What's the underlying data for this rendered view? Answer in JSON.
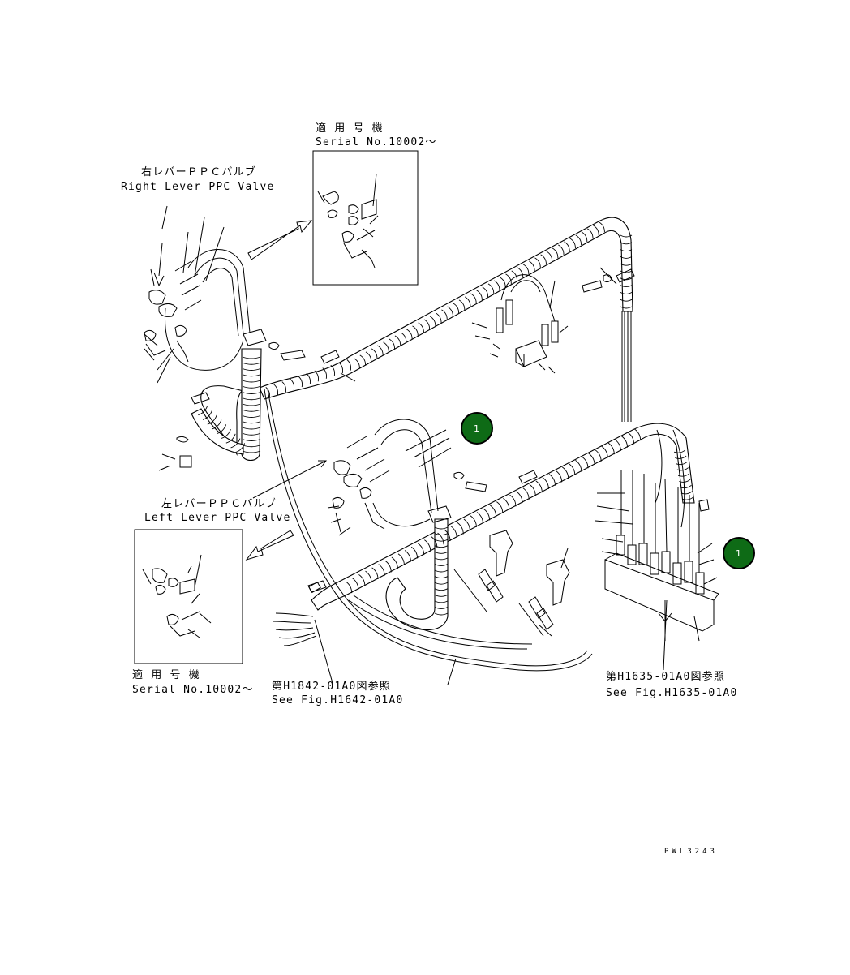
{
  "labels": {
    "right_valve_jp": "右レバーＰＰＣバルブ",
    "right_valve_en": "Right Lever PPC Valve",
    "top_applies_jp": "適 用 号 機",
    "top_serial": "Serial No.10002～",
    "left_valve_jp": "左レバーＰＰＣバルブ",
    "left_valve_en": "Left Lever PPC Valve",
    "bottom_applies_jp": "適 用 号 機",
    "bottom_serial": "Serial No.10002～",
    "ref1_jp": "第H1842-01A0図参照",
    "ref1_en": "See Fig.H1642-01A0",
    "ref2_jp": "第H1635-01A0図参照",
    "ref2_en": "See Fig.H1635-01A0",
    "drawing_code": "PWL3243"
  },
  "badges": [
    {
      "id": "badge-1-upper",
      "text": "1",
      "color": "#0e6b16"
    },
    {
      "id": "badge-1-right",
      "text": "1",
      "color": "#0e6b16"
    }
  ],
  "colors": {
    "line": "#000000",
    "badge_fill": "#0e6b16",
    "badge_ring": "#000000"
  }
}
